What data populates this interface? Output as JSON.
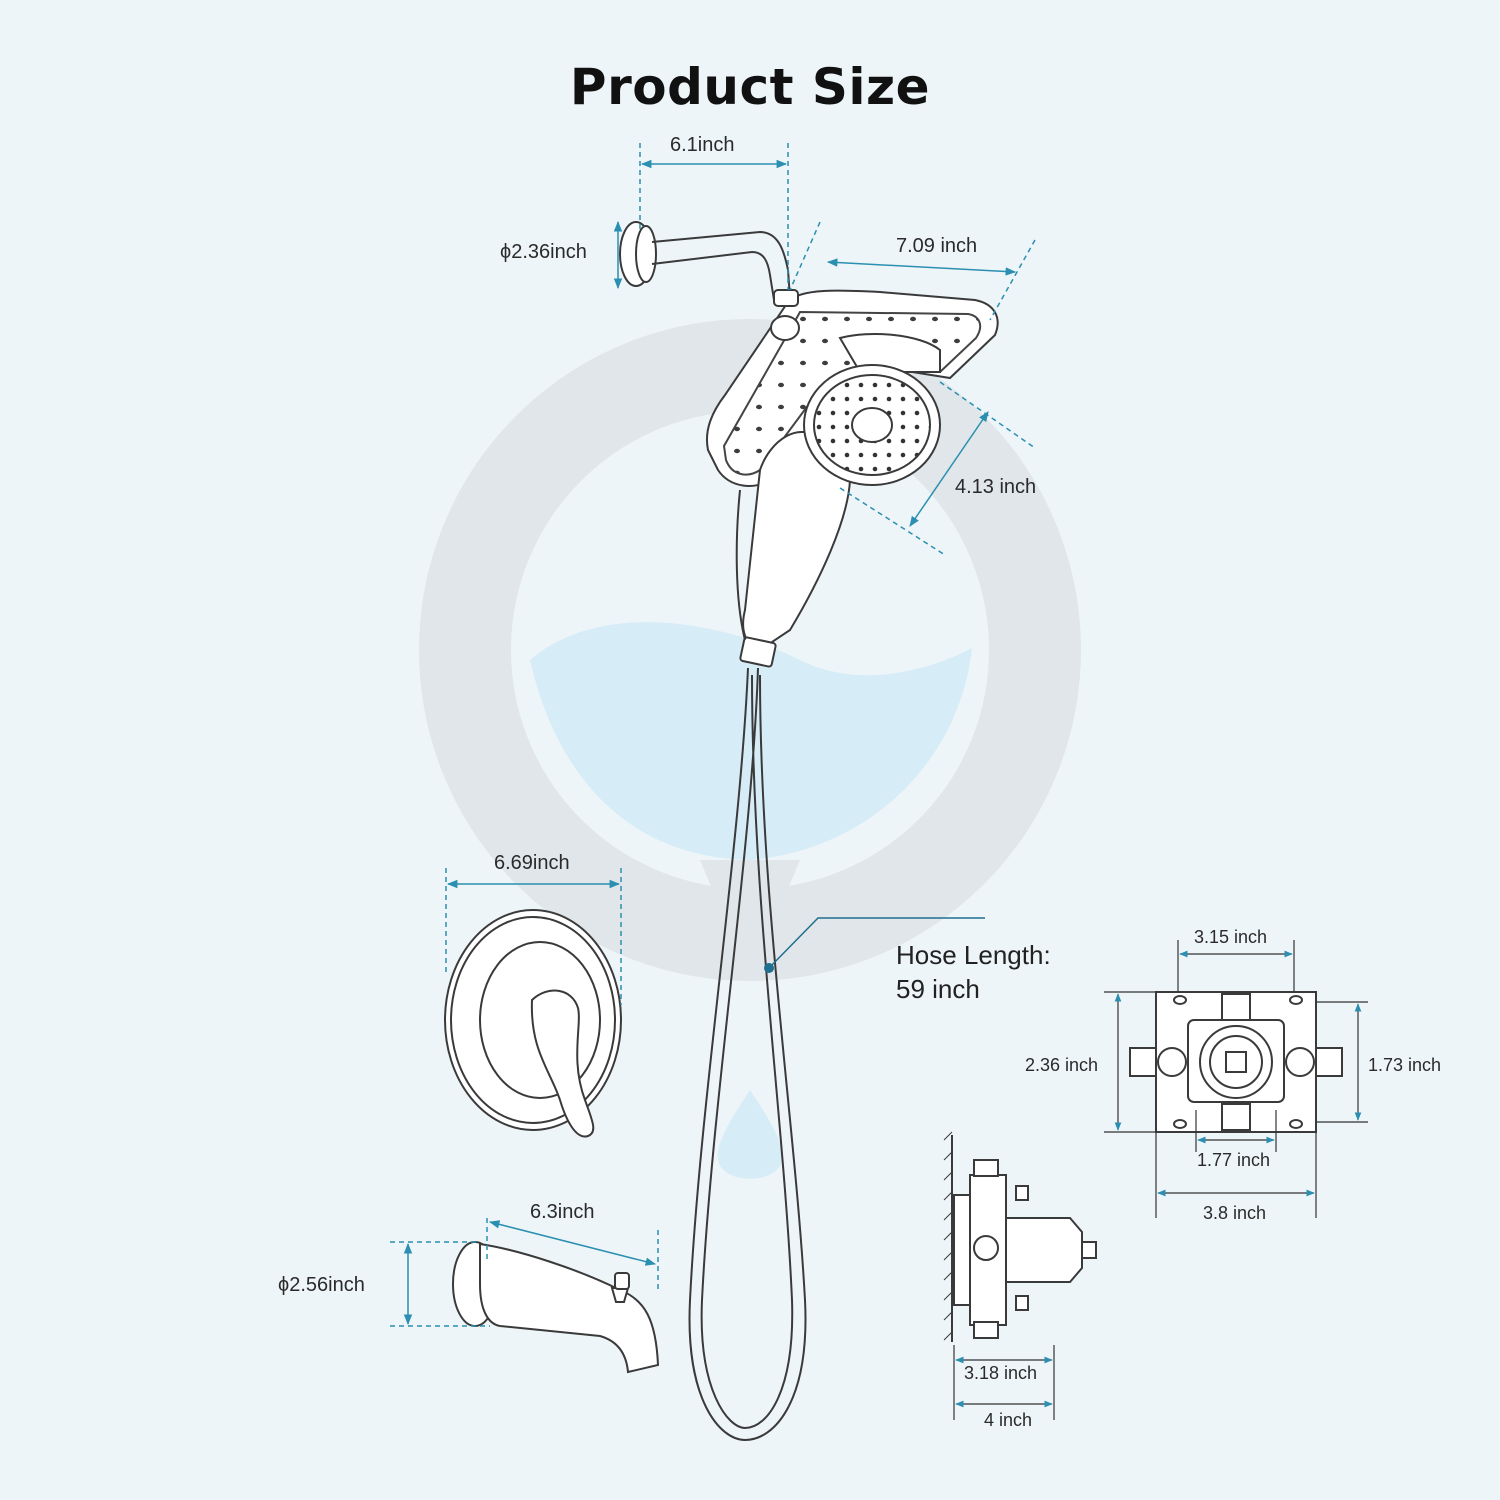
{
  "title": "Product Size",
  "colors": {
    "background": "#eef5f9",
    "dimension_line": "#2a8fb0",
    "outline": "#3a3a3a",
    "logo_ring": "#dfe6ea",
    "logo_drop": "#d8eef8"
  },
  "shower_arm": {
    "length": "6.1inch",
    "flange_diameter": "ϕ2.36inch"
  },
  "shower_head": {
    "width": "7.09 inch",
    "handheld_diameter": "4.13 inch"
  },
  "hose": {
    "label": "Hose Length:",
    "value": "59 inch"
  },
  "trim_plate": {
    "width": "6.69inch"
  },
  "tub_spout": {
    "length": "6.3inch",
    "diameter": "ϕ2.56inch"
  },
  "valve_front": {
    "top_spacing": "3.15 inch",
    "left_height": "2.36 inch",
    "right_height": "1.73 inch",
    "inner_spacing": "1.77 inch",
    "total_width": "3.8 inch"
  },
  "valve_side": {
    "depth_min": "3.18 inch",
    "depth_max": "4 inch"
  },
  "icons": [
    "logo-watermark",
    "shower-arm-icon",
    "dual-shower-head-icon",
    "handheld-shower-icon",
    "hose-icon",
    "trim-plate-icon",
    "lever-handle-icon",
    "tub-spout-icon",
    "valve-front-icon",
    "valve-side-icon"
  ]
}
